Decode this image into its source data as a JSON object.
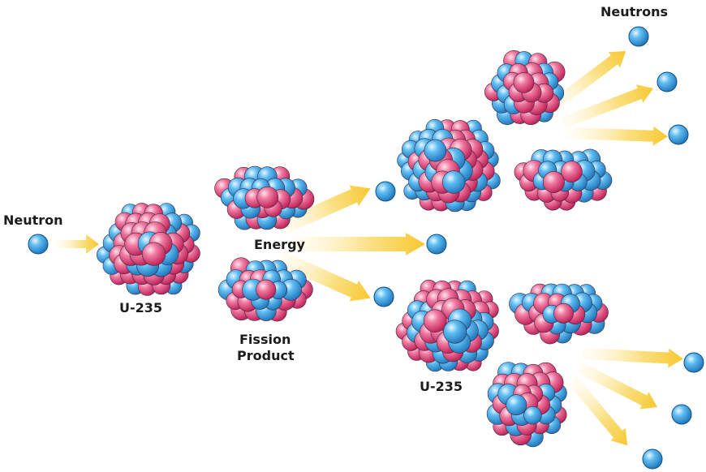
{
  "labels": {
    "neutron": "Neutron",
    "u235_left": "U-235",
    "energy": "Energy",
    "fission_line1": "Fission",
    "fission_line2": "Product",
    "u235_right": "U-235",
    "neutrons": "Neutrons"
  },
  "colors": {
    "neutron": "#2f9ae0",
    "proton": "#e43a6e",
    "arrow": "#f6cd3b",
    "label": "#1c1c1c"
  }
}
